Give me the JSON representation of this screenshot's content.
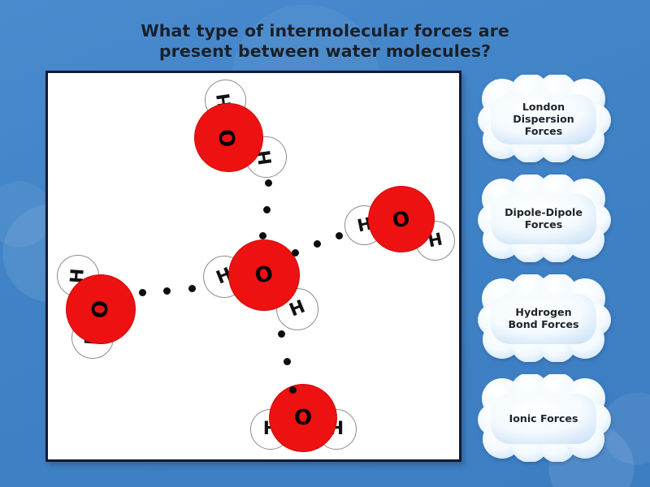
{
  "theme": {
    "background_color": "#4285c8",
    "panel_background": "#ffffff",
    "panel_border_color": "#121a33",
    "oxygen_color": "#ee1111",
    "hydrogen_color": "#ffffff",
    "bond_dot_color": "#0d0d0d",
    "title_color": "#17202b",
    "cloud_color": "#ffffff",
    "cloud_shade_color": "#cfe4f7"
  },
  "question": {
    "line1": "What type of intermolecular forces are",
    "line2": "present between water molecules?"
  },
  "diagram": {
    "name": "water-molecule-hydrogen-bonding-diagram",
    "molecule_count": 5,
    "molecules": [
      {
        "id": "molecule-top",
        "oxygen_label": "O",
        "hydrogen_labels": [
          "H",
          "H"
        ]
      },
      {
        "id": "molecule-right",
        "oxygen_label": "O",
        "hydrogen_labels": [
          "H",
          "H"
        ]
      },
      {
        "id": "molecule-center",
        "oxygen_label": "O",
        "hydrogen_labels": [
          "H",
          "H"
        ]
      },
      {
        "id": "molecule-left",
        "oxygen_label": "O",
        "hydrogen_labels": [
          "H",
          "H"
        ]
      },
      {
        "id": "molecule-bottom",
        "oxygen_label": "O",
        "hydrogen_labels": [
          "H",
          "H"
        ]
      }
    ],
    "bonds": [
      {
        "id": "bond-center-to-top",
        "dot_count": 3
      },
      {
        "id": "bond-center-to-right",
        "dot_count": 3
      },
      {
        "id": "bond-center-to-left",
        "dot_count": 3
      },
      {
        "id": "bond-center-to-bottom",
        "dot_count": 3
      }
    ]
  },
  "options": [
    {
      "id": "option-london-dispersion",
      "label": "London\nDispersion Forces"
    },
    {
      "id": "option-dipole-dipole",
      "label": "Dipole-Dipole\nForces"
    },
    {
      "id": "option-hydrogen-bond",
      "label": "Hydrogen\nBond Forces"
    },
    {
      "id": "option-ionic",
      "label": "Ionic Forces"
    }
  ]
}
